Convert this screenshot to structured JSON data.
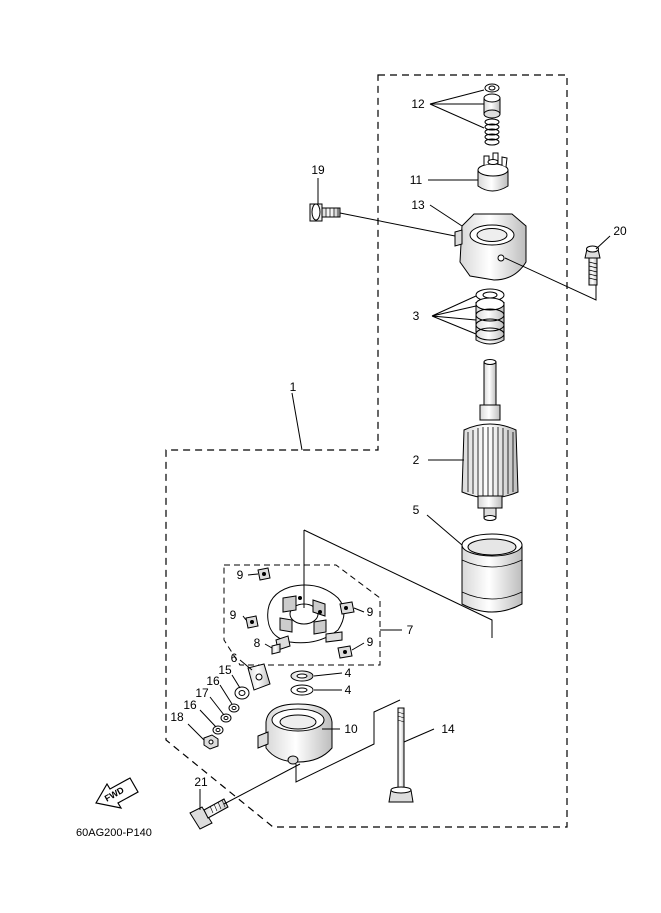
{
  "diagram": {
    "drawing_code": "60AG200-P140",
    "fwd_label": "FWD",
    "callouts": {
      "c1": "1",
      "c2": "2",
      "c3": "3",
      "c4a": "4",
      "c4b": "4",
      "c5": "5",
      "c6": "6",
      "c7": "7",
      "c8": "8",
      "c9a": "9",
      "c9b": "9",
      "c9c": "9",
      "c9d": "9",
      "c10": "10",
      "c11": "11",
      "c12": "12",
      "c13": "13",
      "c14": "14",
      "c15": "15",
      "c16a": "16",
      "c16b": "16",
      "c17": "17",
      "c18": "18",
      "c19": "19",
      "c20": "20",
      "c21": "21"
    }
  }
}
